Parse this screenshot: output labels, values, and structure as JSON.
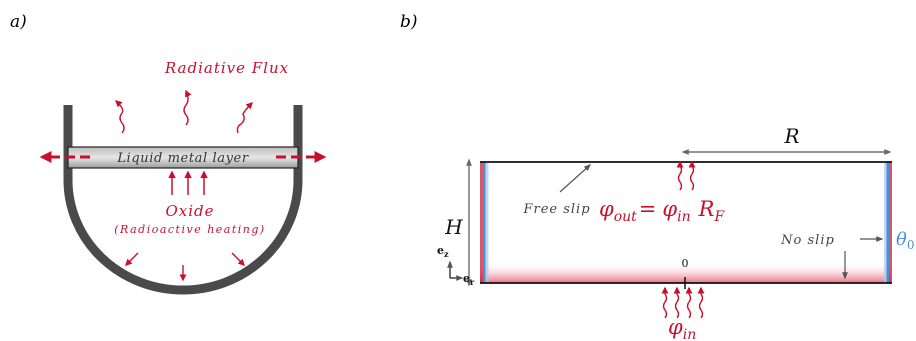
{
  "panel_a": {
    "label": "a)",
    "radiative_flux": "Radiative Flux",
    "layer_label": "Liquid metal layer",
    "oxide": "Oxide",
    "oxide_sub": "(Radioactive heating)"
  },
  "panel_b": {
    "label": "b)",
    "R": "R",
    "H": "H",
    "free_slip": "Free slip",
    "no_slip": "No slip",
    "phi_out": "φ",
    "phi_out_sub": "out",
    "eq": "=",
    "phi_in_eq": "φ",
    "phi_in_eq_sub": "in",
    "RF": "R",
    "RF_sub": "F",
    "theta": "θ",
    "theta_sub": "0",
    "zero": "0",
    "phi_in": "φ",
    "phi_in_sub": "in",
    "ez": "e",
    "ez_sub": "z",
    "er": "e",
    "er_sub": "r"
  },
  "colors": {
    "red": "#c8102e",
    "blue": "#4a90d9",
    "wall": "#4a4a4a"
  }
}
